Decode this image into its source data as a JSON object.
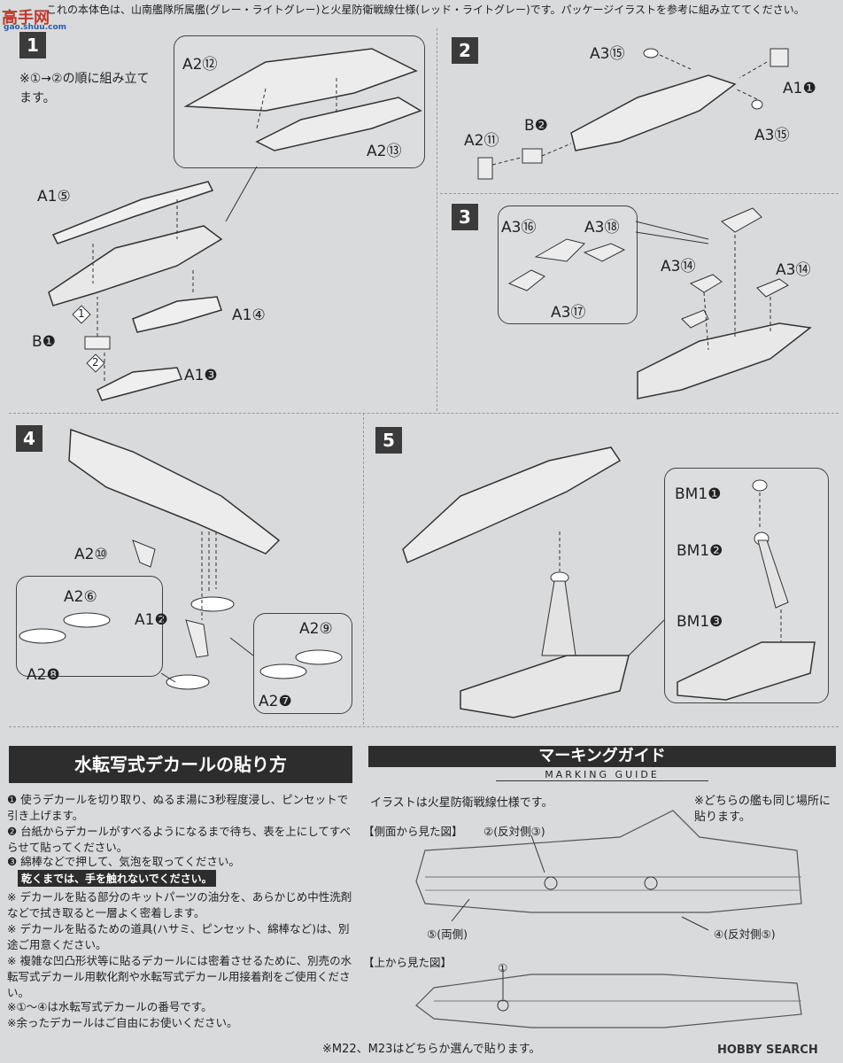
{
  "header_note": "これの本体色は、山南艦隊所属艦(グレー・ライトグレー)と火星防衛戦線仕様(レッド・ライトグレー)です。パッケージイラストを参考に組み立ててください。",
  "watermark": {
    "logo_text": "高手网",
    "url_text": "gao.shuu.com"
  },
  "steps": [
    {
      "num": "1",
      "note": "※①→②の順に組み立てます。",
      "labels": [
        "A2⑫",
        "A2⑬",
        "A1⑤",
        "A1④",
        "B❶",
        "A1❸"
      ]
    },
    {
      "num": "2",
      "labels": [
        "A3⑮",
        "A1❶",
        "A3⑮",
        "A2⑪",
        "B❷"
      ]
    },
    {
      "num": "3",
      "labels": [
        "A3⑯",
        "A3⑱",
        "A3⑰",
        "A3⑭",
        "A3⑭"
      ]
    },
    {
      "num": "4",
      "labels": [
        "A2⑩",
        "A2⑥",
        "A2❽",
        "A1❷",
        "A2⑨",
        "A2❼"
      ]
    },
    {
      "num": "5",
      "labels": [
        "BM1❶",
        "BM1❷",
        "BM1❸"
      ]
    }
  ],
  "order_marks": [
    "1",
    "2"
  ],
  "decal": {
    "title": "水転写式デカールの貼り方",
    "items": [
      "❶ 使うデカールを切り取り、ぬるま湯に3秒程度浸し、ピンセットで引き上げます。",
      "❷ 台紙からデカールがすべるようになるまで待ち、表を上にしてすべらせて貼ってください。",
      "❸ 綿棒などで押して、気泡を取ってください。",
      "乾くまでは、手を触れないでください。",
      "※ デカールを貼る部分のキットパーツの油分を、あらかじめ中性洗剤などで拭き取ると一層よく密着します。",
      "※ デカールを貼るための道具(ハサミ、ピンセット、綿棒など)は、別途ご用意ください。",
      "※ 複雑な凹凸形状等に貼るデカールには密着させるために、別売の水転写式デカール用軟化剤や水転写式デカール用接着剤をご使用ください。",
      "※①〜④は水転写式デカールの番号です。",
      "※余ったデカールはご自由にお使いください。"
    ]
  },
  "marking": {
    "title": "マーキングガイド",
    "subtitle": "MARKING GUIDE",
    "intro": "イラストは火星防衛戦線仕様です。",
    "note": "※どちらの艦も同じ場所に貼ります。",
    "side_view": "【側面から見た図】",
    "top_view": "【上から見た図】",
    "callouts": [
      "②(反対側③)",
      "⑤(両側)",
      "④(反対側⑤)",
      "①"
    ],
    "footer": "※M22、M23はどちらか選んで貼ります。"
  },
  "brand": {
    "logo": "HOBBY SEARCH"
  }
}
